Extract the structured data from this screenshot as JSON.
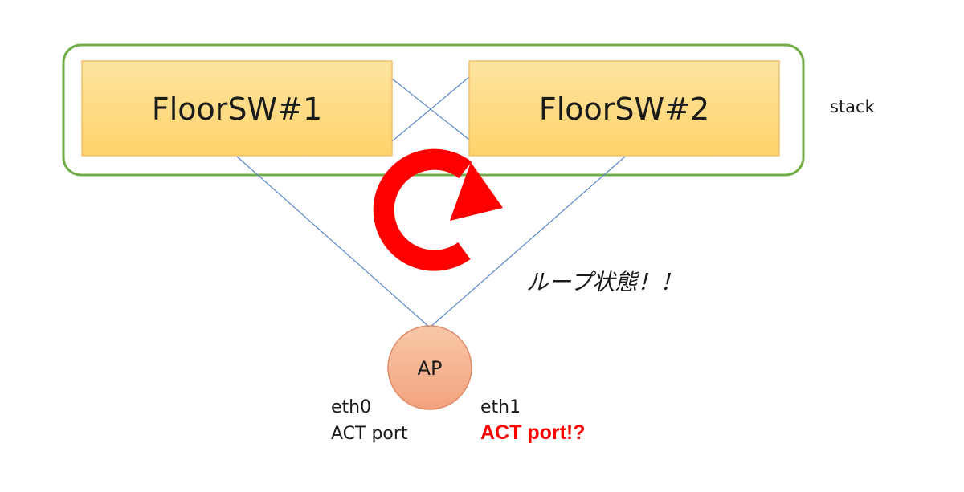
{
  "colors": {
    "stack_border": "#70ad47",
    "switch_fill": "#ffd966",
    "switch_fill_light": "#fde4a0",
    "switch_border": "#f4c06a",
    "link_line": "#5b88c9",
    "loop_arrow": "#ff0000",
    "ap_fill": "#f4b183",
    "ap_border": "#e08060",
    "alert_text": "#ff0000"
  },
  "stack": {
    "label": "stack"
  },
  "switches": [
    {
      "id": "sw1",
      "label": "FloorSW#1"
    },
    {
      "id": "sw2",
      "label": "FloorSW#2"
    }
  ],
  "access_point": {
    "label": "AP"
  },
  "ports": {
    "eth0": {
      "name": "eth0",
      "state": "ACT port"
    },
    "eth1": {
      "name": "eth1",
      "state": "ACT port!?"
    }
  },
  "loop": {
    "label": "ループ状態！！",
    "icon": "loop-arrow-icon"
  }
}
